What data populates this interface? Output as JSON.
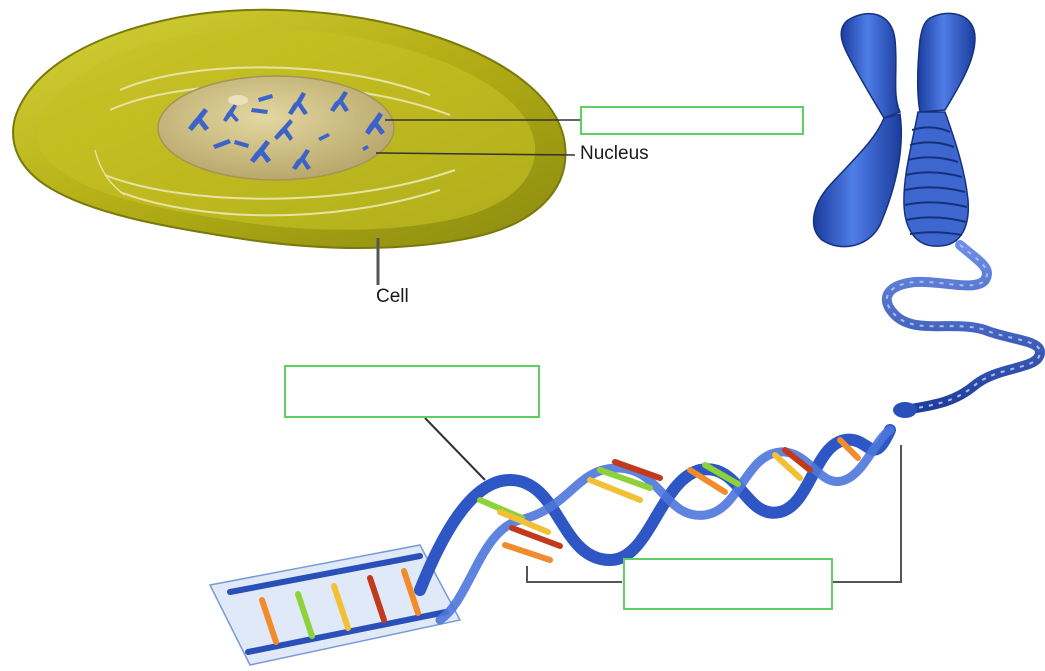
{
  "labels": {
    "nucleus": "Nucleus",
    "cell": "Cell"
  },
  "blank_boxes": [
    {
      "id": "box-top-right",
      "value": ""
    },
    {
      "id": "box-middle-left",
      "value": ""
    },
    {
      "id": "box-bottom",
      "value": ""
    }
  ],
  "icons": [
    "cell-illustration",
    "nucleus-illustration",
    "chromosome-icon",
    "dna-double-helix-illustration"
  ],
  "colors": {
    "cell": "#b8b41c",
    "cell_dark": "#8a8a12",
    "nucleus": "#c7b879",
    "chromosome": "#2e56c4",
    "box_border": "#5fcf63"
  }
}
